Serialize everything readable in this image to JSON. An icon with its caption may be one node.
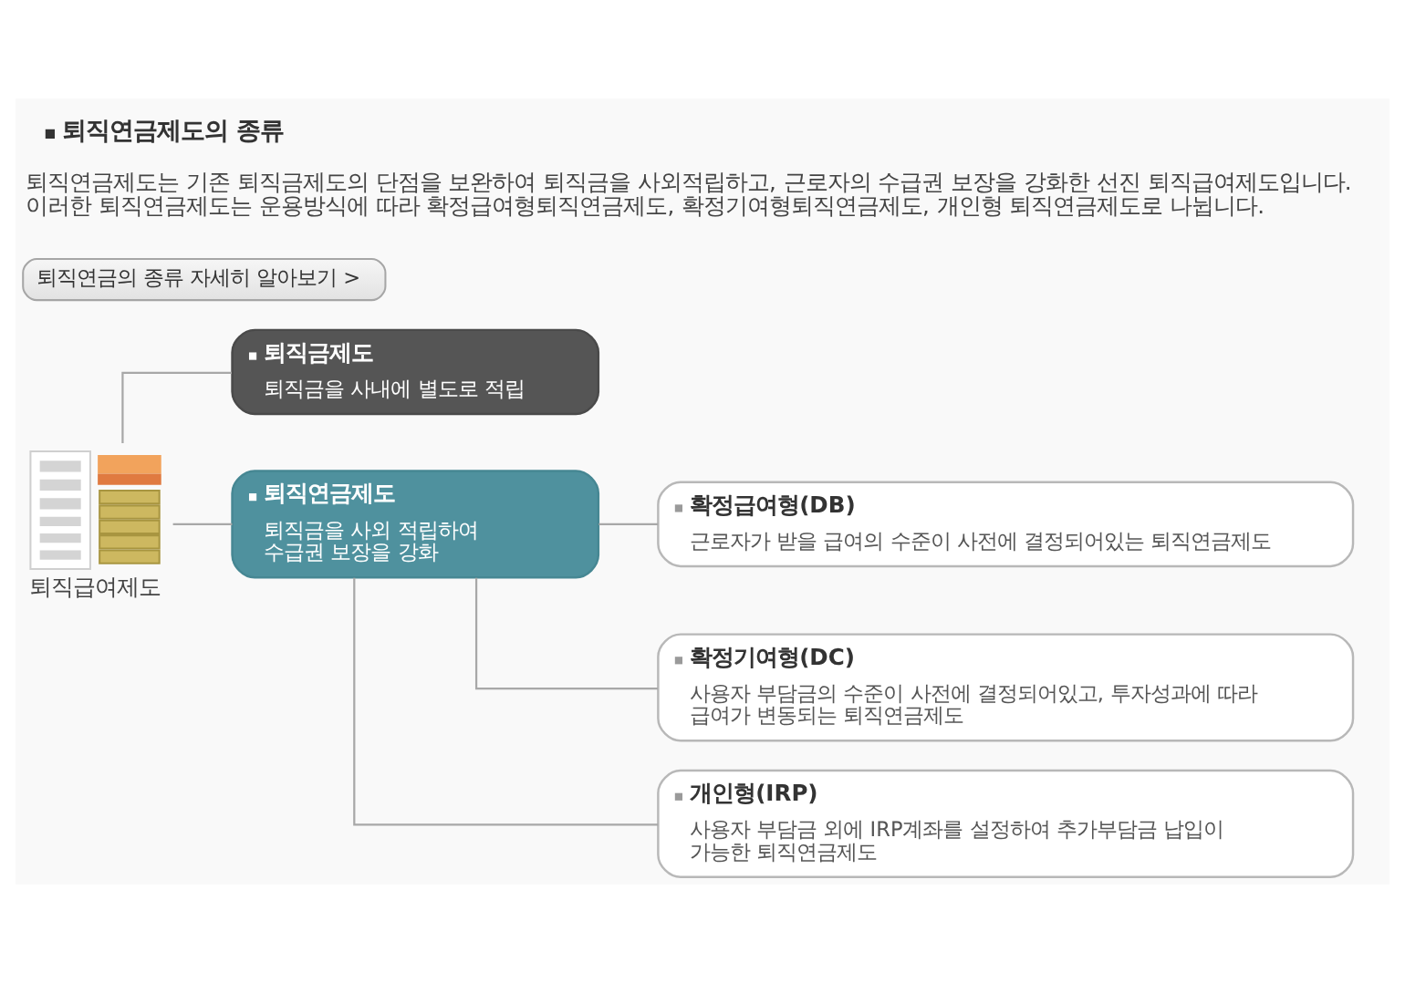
{
  "diagram": {
    "title": "퇴직연금제도의 종류",
    "nodes": [
      {
        "text": [
          "퇴직연금의 종류 자세히 알아보기 >"
        ]
      },
      {
        "text": [],
        "shape": "picture",
        "beside": [
          "퇴직급여제도"
        ]
      },
      {
        "text": [
          "퇴직금제도",
          "퇴직금을 사내에 별도로 적립"
        ]
      },
      {
        "text": [
          "퇴직연금제도",
          "퇴직금을 사외 적립하여 수급권 보장을 강화"
        ]
      },
      {
        "text": [
          "확정급여형(DB)",
          "근로자가 받을 급여의 수준이 사전에 결정되어있는 퇴직연금제도"
        ]
      },
      {
        "text": [
          "확정기여형(DC)",
          "사용자 부담금의 수준이 사전에 결정되어있고, 투자성과에 따라 급여가 변동되는 퇴직연금제도"
        ]
      },
      {
        "text": [
          "개인형(IRP)",
          "사용자 부담금 외에 IRP계좌를 설정하여 추가부담금 납입이 가능한 퇴직연금제도"
        ]
      }
    ],
    "edges": [
      {
        "from": 1,
        "to": 2,
        "arrow": "none"
      },
      {
        "from": 1,
        "to": 3,
        "arrow": "none"
      },
      {
        "from": 3,
        "to": 4,
        "arrow": "none"
      },
      {
        "from": 3,
        "to": 5,
        "arrow": "none"
      },
      {
        "from": 3,
        "to": 6,
        "arrow": "none"
      }
    ],
    "labels": [
      "퇴직연금제도는 기존 퇴직금제도의 단점을 보완하여 퇴직금을 사외적립하고, 근로자의 수급권 보장을 강화한 선진 퇴직급여제도입니다. 이러한 퇴직연금제도는 운용방식에 따라 확정급여형퇴직연금제도, 확정기여형퇴직연금제도, 개인형 퇴직연금제도로 나뉩니다."
    ]
  }
}
